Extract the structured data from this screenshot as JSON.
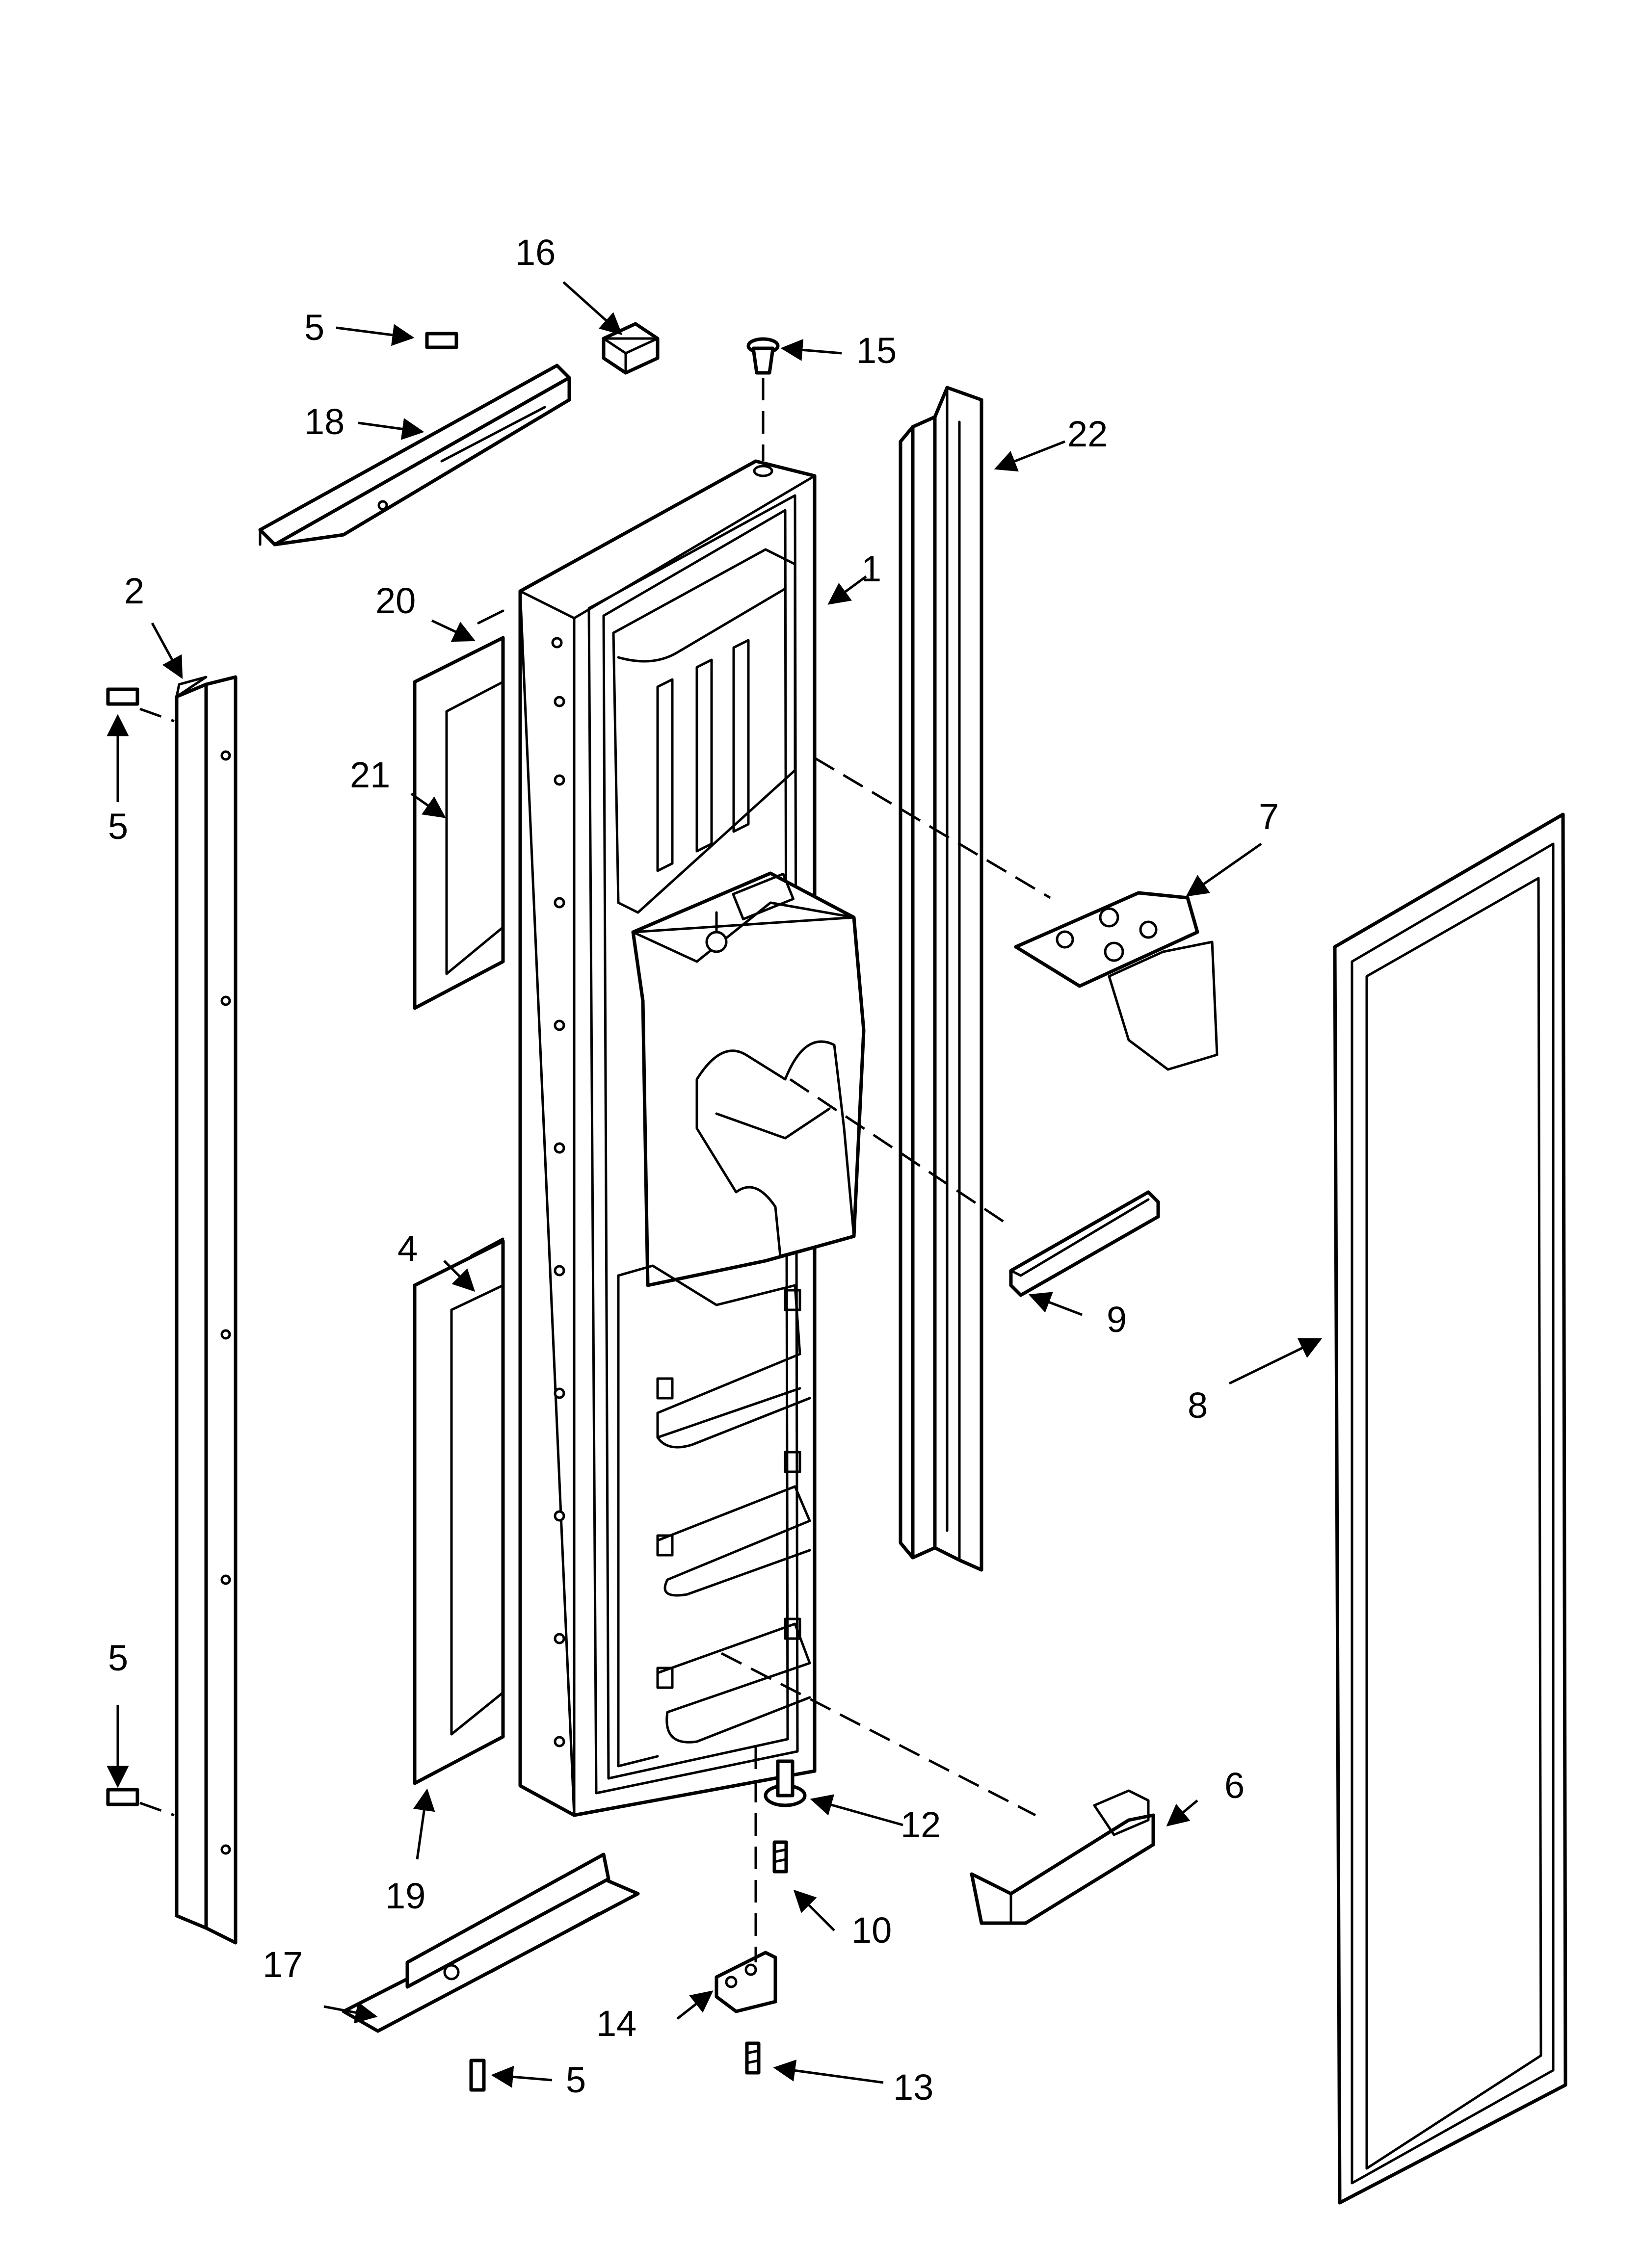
{
  "diagram": {
    "callouts": [
      {
        "id": "c1",
        "text": "1"
      },
      {
        "id": "c2",
        "text": "2"
      },
      {
        "id": "c4",
        "text": "4"
      },
      {
        "id": "c5a",
        "text": "5"
      },
      {
        "id": "c5b",
        "text": "5"
      },
      {
        "id": "c5c",
        "text": "5"
      },
      {
        "id": "c5d",
        "text": "5"
      },
      {
        "id": "c6",
        "text": "6"
      },
      {
        "id": "c7",
        "text": "7"
      },
      {
        "id": "c8",
        "text": "8"
      },
      {
        "id": "c9",
        "text": "9"
      },
      {
        "id": "c10",
        "text": "10"
      },
      {
        "id": "c12",
        "text": "12"
      },
      {
        "id": "c13",
        "text": "13"
      },
      {
        "id": "c14",
        "text": "14"
      },
      {
        "id": "c15",
        "text": "15"
      },
      {
        "id": "c16",
        "text": "16"
      },
      {
        "id": "c17",
        "text": "17"
      },
      {
        "id": "c18",
        "text": "18"
      },
      {
        "id": "c19",
        "text": "19"
      },
      {
        "id": "c20",
        "text": "20"
      },
      {
        "id": "c21",
        "text": "21"
      },
      {
        "id": "c22",
        "text": "22"
      }
    ]
  }
}
